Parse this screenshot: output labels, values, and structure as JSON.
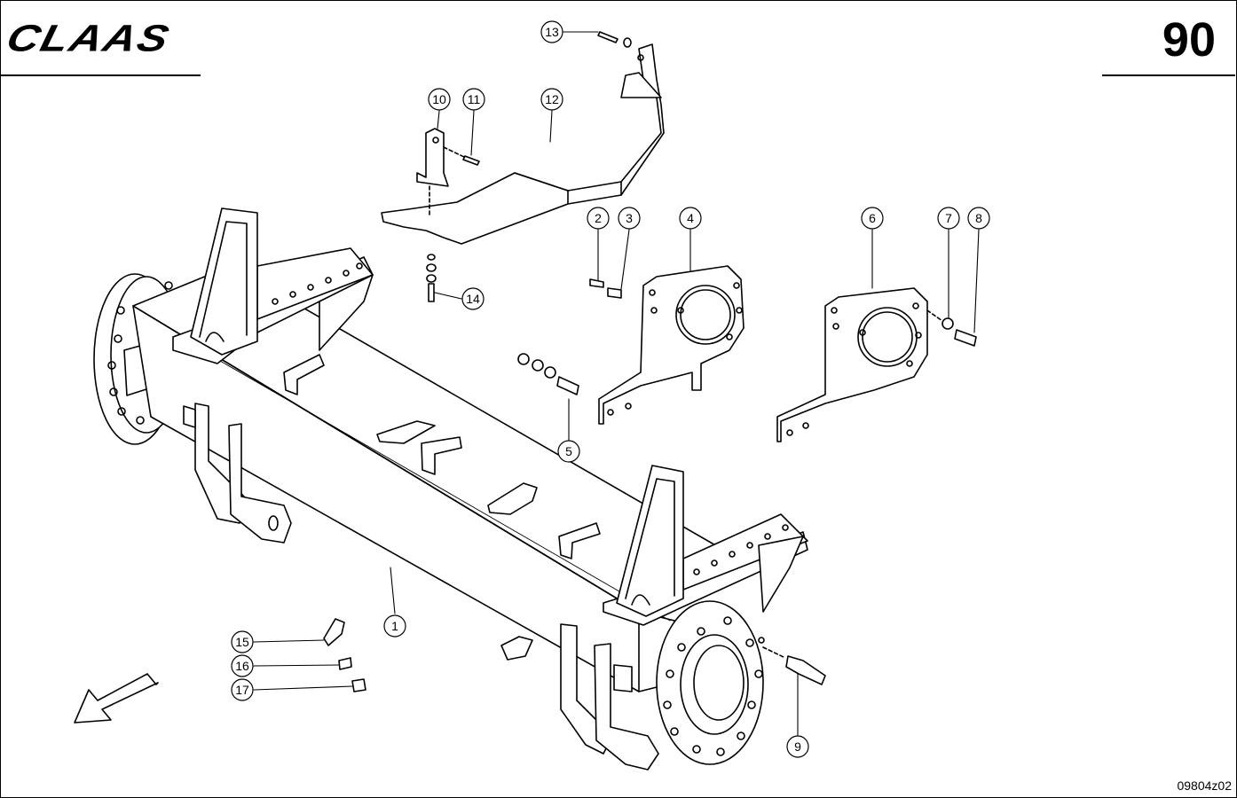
{
  "header": {
    "brand": "CLAAS",
    "page_number": "90"
  },
  "footer": {
    "drawing_ref": "09804z02"
  },
  "callouts": [
    "1",
    "2",
    "3",
    "4",
    "5",
    "6",
    "7",
    "8",
    "9",
    "10",
    "11",
    "12",
    "13",
    "14",
    "15",
    "16",
    "17"
  ],
  "icons": {
    "direction_arrow": "direction-arrow-icon"
  }
}
